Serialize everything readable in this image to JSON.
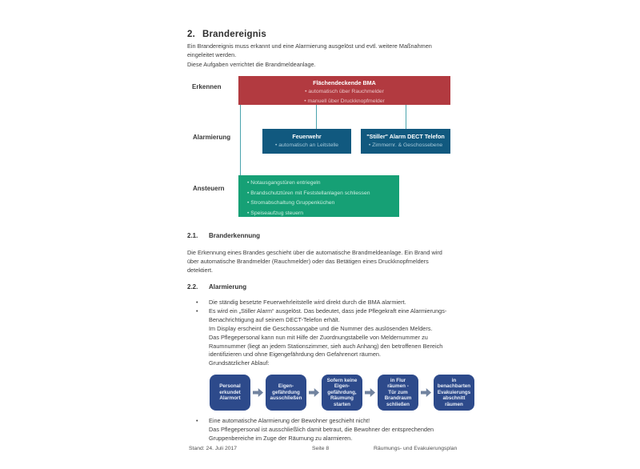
{
  "page": {
    "title_number": "2.",
    "title": "Brandereignis",
    "intro1": "Ein Brandereignis muss erkannt und eine Alarmierung ausgelöst und evtl. weitere Maßnahmen\neingeleitet werden.",
    "intro2": "Diese Aufgaben verrichtet die Brandmeldeanlage."
  },
  "diagram": {
    "row_labels": [
      "Erkennen",
      "Alarmierung",
      "Ansteuern"
    ],
    "bma_box": {
      "title": "Flächendeckende BMA",
      "bullets": [
        "automatisch über Rauchmelder",
        "manuell über Druckknopfmelder"
      ],
      "color": "#b23a40"
    },
    "feuerwehr_box": {
      "title": "Feuerwehr",
      "bullets": [
        "automatisch an Leitstelle"
      ],
      "color": "#11597f"
    },
    "dect_box": {
      "title": "\"Stiller\" Alarm DECT Telefon",
      "bullets": [
        "Zimmernr. & Geschossebene"
      ],
      "color": "#11597f"
    },
    "ansteuern_box": {
      "bullets": [
        "Notausgangstüren entriegeln",
        "Brandschutztüren mit Feststellanlagen schliessen",
        "Stromabschaltung Gruppenküchen",
        "Speiseaufzug steuern"
      ],
      "color": "#16a075"
    },
    "connector_color": "#4aa4ad"
  },
  "section_2_1": {
    "number": "2.1.",
    "heading": "Branderkennung",
    "body": "Die Erkennung eines Brandes geschieht über die automatische Brandmeldeanlage. Ein Brand wird\nüber automatische Brandmelder (Rauchmelder) oder das Betätigen eines Druckknopfmelders\ndetektiert."
  },
  "section_2_2": {
    "number": "2.2.",
    "heading": "Alarmierung",
    "bullets": [
      "Die ständig besetzte Feuerwehrleitstelle wird direkt durch die BMA alarmiert.",
      "Es wird ein „Stiller Alarm“ ausgelöst. Das bedeutet, dass jede Pflegekraft eine Alarmierungs-\nBenachrichtigung auf seinem DECT-Telefon erhält.\nIm Display erscheint die Geschossangabe und die Nummer des auslösenden Melders.\nDas Pflegepersonal kann nun mit Hilfe der Zuordnungstabelle von Meldernummer zu\nRaumnummer (liegt an jedem Stationszimmer, sieh auch Anhang) den betroffenen Bereich\nidentifizieren und ohne Eigengefährdung den Gefahrenort räumen."
    ],
    "ablauf_label": "Grundsätzlicher Ablauf:"
  },
  "flowchart": {
    "box_color": "#2d4a8b",
    "arrow_color": "#71839f",
    "steps": [
      "Personal\nerkundet\nAlarmort",
      "Eigen-\ngefährdung\nausschließen",
      "Sofern keine\nEigen-\ngefährdung,\nRäumung\nstarten",
      "in Flur\nräumen -\nTür zum\nBrandraum\nschließen",
      "in\nbenachbarten\nEvakuierungs\nabschnitt\nräumen"
    ]
  },
  "closing_bullet": "Eine automatische Alarmierung der Bewohner geschieht nicht!\nDas Pflegepersonal ist ausschließlich damit betraut, die Bewohner der entsprechenden\nGruppenbereiche im Zuge der Räumung zu alarmieren.",
  "footer": {
    "left": "Stand: 24. Juli 2017",
    "center": "Seite 8",
    "right": "Räumungs- und Evakuierungsplan"
  }
}
